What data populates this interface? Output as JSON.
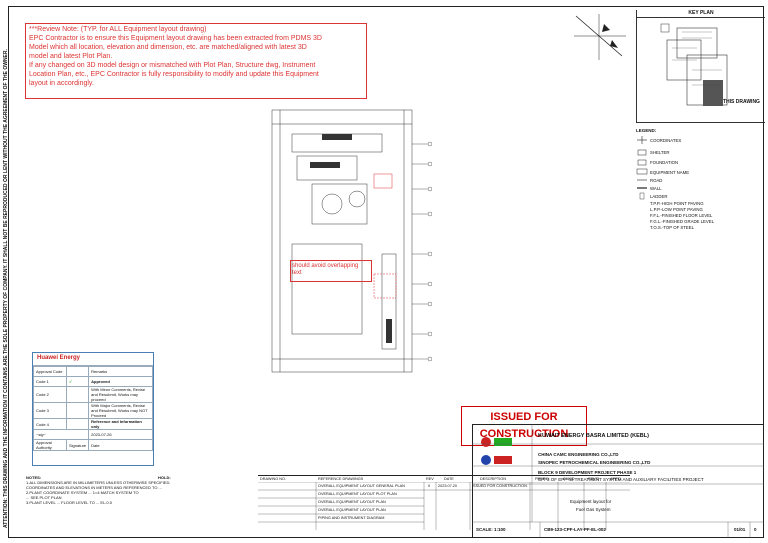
{
  "review_note": {
    "lines": [
      "***Review Note: (TYP. for ALL Equipment layout drawing)",
      "EPC Contractor is to ensure this Equipment layout drawing has been extracted from PDMS 3D",
      "Model which all location, elevation and  dimension, etc. are matched/aligned with latest 3D",
      "model and latest Plot Plan.",
      "If any changed on 3D model design or mismatched with Plot Plan, Structure dwg, Instrument",
      "Location Plan, etc., EPC Contractor is fully responsibility to modify and update this Equipment",
      "layout in accordingly."
    ]
  },
  "callout": {
    "line1": "should avoid overlapping",
    "line2": "text"
  },
  "key_plan": {
    "title": "KEY PLAN",
    "label": "THIS DRAWING"
  },
  "legend": {
    "title": "LEGEND:",
    "items": [
      "COORDINATES",
      "SHELTER",
      "FOUNDATION",
      "EQUIPMENT NAME",
      "ROAD",
      "WALL",
      "LADDER",
      "T.P.P.-HIGH POINT PAVING",
      "L.P.P.-LOW POINT PAVING",
      "F.F.L.-FINISHED FLOOR LEVEL",
      "F.G.L.-FINISHED GRADE LEVEL",
      "T.O.S.-TOP OF STEEL"
    ]
  },
  "stamp": {
    "line1": "ISSUED FOR",
    "line2": "CONSTRUCTION"
  },
  "approval": {
    "logo": "Huawei Energy",
    "headers": [
      "Approval Code",
      "",
      "Remarks"
    ],
    "rows": [
      {
        "code": "Code 1",
        "remark": "Approved"
      },
      {
        "code": "Code 2",
        "remark": "With Minor Comments, Revise and Resubmit, Works may proceed"
      },
      {
        "code": "Code 3",
        "remark": "With Major Comments, Revise and Resubmit, Works may NOT Proceed"
      },
      {
        "code": "Code 4",
        "remark": "Reference and Information only"
      }
    ],
    "date": "2023-07-26",
    "footer": [
      "Approval Authority",
      "Signature",
      "Date"
    ]
  },
  "notes": {
    "title": "NOTES:",
    "lines": [
      "1.ALL DIMENSIONS ARE IN MILLIMETERS UNLESS OTHERWISE SPECIFIED.",
      "COORDINATES AND ELEVATIONS IN METERS AND REFERENCED TO ...",
      "2.PLANT COORDINATE SYSTEM ... 1=4 MATCH SYSTEM TO",
      "   ... SEE PLOT PLAN",
      "3.PLANT LEVEL ... FLOOR LEVEL TO ... EL.0.0"
    ],
    "title2": "HOLD:"
  },
  "revision": {
    "headers": [
      "DRAWING NO.",
      "REFERENCE DRAWINGS",
      "REV",
      "DATE",
      "DESCRIPTION",
      "PREP'D",
      "CHK'D",
      "REV'D",
      "APP'D"
    ],
    "rev": "0",
    "date": "2023.07.20",
    "description": "ISSUED FOR CONSTRUCTION",
    "refs": [
      "OVERALL EQUIPMENT LAYOUT GENERAL PLAN",
      "OVERALL EQUIPMENT LAYOUT PLOT PLAN",
      "OVERALL EQUIPMENT LAYOUT PLAN",
      "OVERALL EQUIPMENT LAYOUT PLAN",
      "PIPING AND INSTRUMENT DIAGRAM"
    ]
  },
  "title_block": {
    "company1": "KUWAIT ENERGY BASRA LIMITED (KEBL)",
    "company2": "CHINA CAMC ENGINEERING CO.,LTD",
    "company3": "SINOPEC PETROCHEMICAL ENGINEERING CO.,LTD",
    "project": "BLOCK 9 DEVELOPMENT PROJECT PHASE 1",
    "subproject": "CPF3 OF EPF-46 TREATMENT SYSTEM AND AUXILIARY FACILITIES PROJECT",
    "title": "Equipment layout for",
    "title2": "Fuel Gas System",
    "scale": "SCALE: 1:100",
    "drawing_no": "CB9-123-CPF-LAY-PF-EL-002",
    "sheet": "01/01",
    "rev": "0"
  },
  "side_text": "ATTENTION: THIS DRAWING AND THE INFORMATION IT CONTAINS ARE THE SOLE PROPERTY OF COMPANY. IT SHALL NOT BE REPRODUCED OR LENT WITHOUT THE AGREEMENT OF THE OWNER."
}
